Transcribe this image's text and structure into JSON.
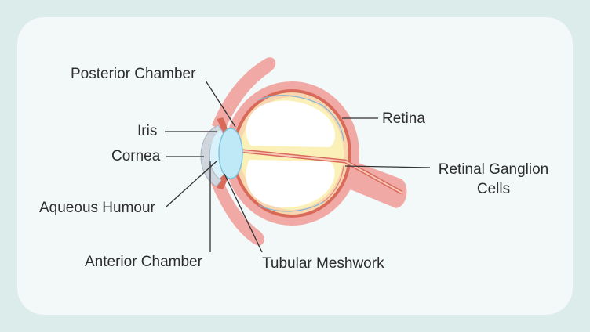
{
  "labels": {
    "posterior_chamber": "Posterior Chamber",
    "iris": "Iris",
    "cornea": "Cornea",
    "aqueous_humour": "Aqueous Humour",
    "anterior_chamber": "Anterior Chamber",
    "tubular_meshwork": "Tubular Meshwork",
    "retina": "Retina",
    "retinal_ganglion_cells_line1": "Retinal Ganglion",
    "retinal_ganglion_cells_line2": "Cells"
  },
  "colors": {
    "background": "#dcecea",
    "card": "#f3f8f8",
    "outer_wall": "#f0a9a4",
    "retina_band": "#d96a5a",
    "vitreous_tint": "#fbf1b8",
    "lens": "#bfe9f6",
    "cornea": "#cfd6de",
    "leader_line": "#333333"
  }
}
